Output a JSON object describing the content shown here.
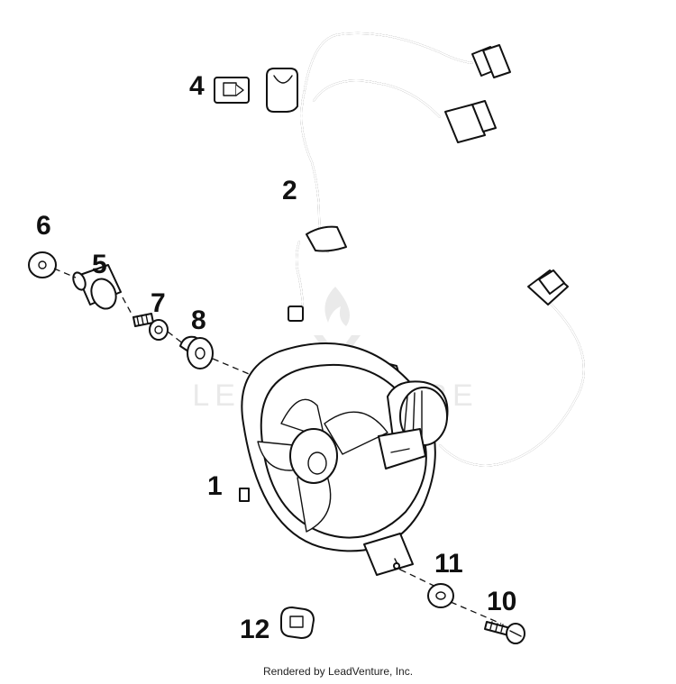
{
  "callouts": {
    "c1": "1",
    "c2": "2",
    "c4": "4",
    "c5": "5",
    "c6": "6",
    "c7": "7",
    "c8": "8",
    "c10": "10",
    "c11": "11",
    "c12": "12"
  },
  "watermark": "LEADVENTURE",
  "credit": "Rendered by LeadVenture, Inc.",
  "colors": {
    "line": "#111111",
    "background": "#ffffff",
    "watermark": "#d8d8d8"
  }
}
